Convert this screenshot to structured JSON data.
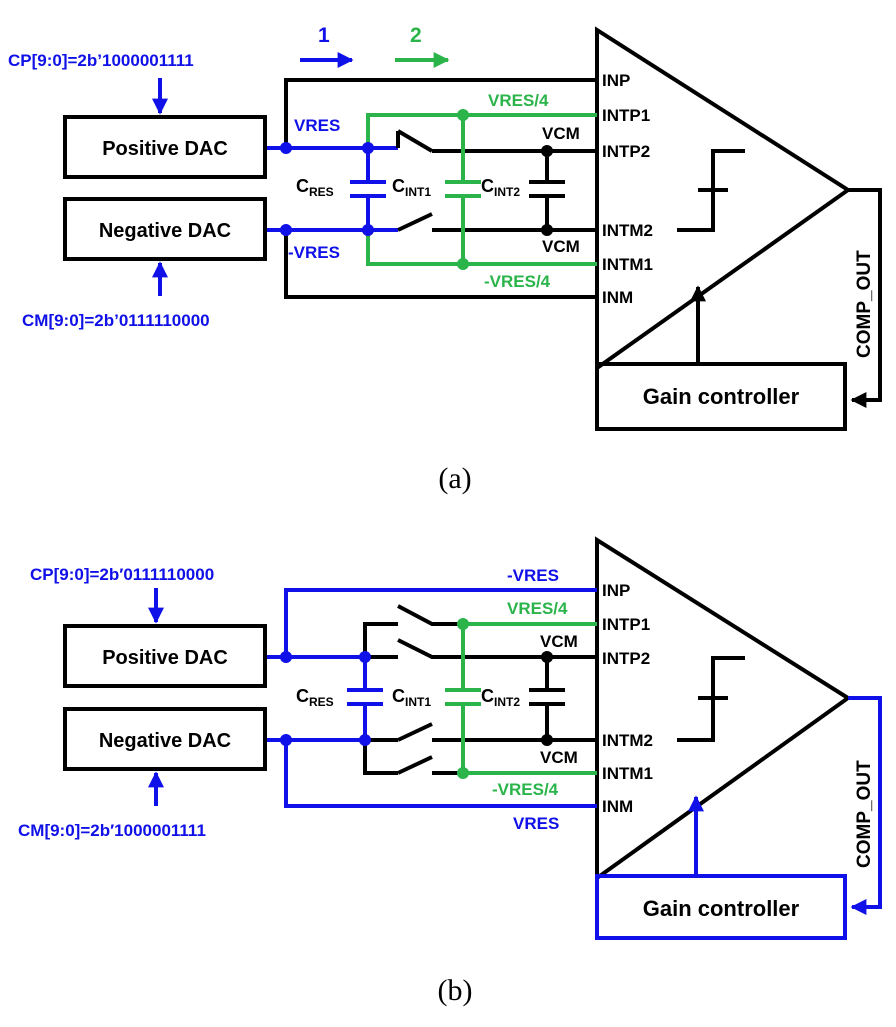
{
  "colors": {
    "black": "#000000",
    "blue": "#1010e8",
    "green": "#2ab44a"
  },
  "panel_a": {
    "caption": "(a)",
    "cp_code": "CP[9:0]=2b’1000001111",
    "cm_code": "CM[9:0]=2b’0111110000",
    "arrow1_label": "1",
    "arrow2_label": "2",
    "positive_dac": "Positive DAC",
    "negative_dac": "Negative DAC",
    "vres": "VRES",
    "neg_vres": "-VRES",
    "vres_4": "VRES/4",
    "neg_vres_4": "-VRES/4",
    "vcm_top": "VCM",
    "vcm_bottom": "VCM",
    "c_res": "C",
    "c_res_sub": "RES",
    "c_int1": "C",
    "c_int1_sub": "INT1",
    "c_int2": "C",
    "c_int2_sub": "INT2",
    "pins": [
      "INP",
      "INTP1",
      "INTP2",
      "INTM2",
      "INTM1",
      "INM"
    ],
    "comp_out": "COMP_OUT",
    "gain_controller": "Gain controller"
  },
  "panel_b": {
    "caption": "(b)",
    "cp_code": "CP[9:0]=2b′0111110000",
    "cm_code": "CM[9:0]=2b′1000001111",
    "positive_dac": "Positive DAC",
    "negative_dac": "Negative DAC",
    "neg_vres": "-VRES",
    "vres": "VRES",
    "vres_4": "VRES/4",
    "neg_vres_4": "-VRES/4",
    "vcm_top": "VCM",
    "vcm_bottom": "VCM",
    "c_res": "C",
    "c_res_sub": "RES",
    "c_int1": "C",
    "c_int1_sub": "INT1",
    "c_int2": "C",
    "c_int2_sub": "INT2",
    "pins": [
      "INP",
      "INTP1",
      "INTP2",
      "INTM2",
      "INTM1",
      "INM"
    ],
    "comp_out": "COMP_OUT",
    "gain_controller": "Gain controller"
  }
}
